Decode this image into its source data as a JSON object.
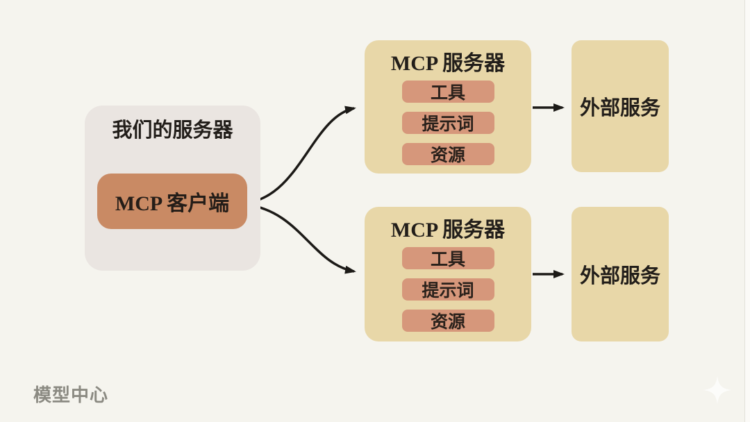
{
  "diagram": {
    "our_server": {
      "title": "我们的服务器",
      "client_label": "MCP 客户端"
    },
    "servers": [
      {
        "title": "MCP 服务器",
        "items": [
          "工具",
          "提示词",
          "资源"
        ]
      },
      {
        "title": "MCP 服务器",
        "items": [
          "工具",
          "提示词",
          "资源"
        ]
      }
    ],
    "externals": [
      {
        "label": "外部服务"
      },
      {
        "label": "外部服务"
      }
    ],
    "connections": [
      "MCP 客户端 -> MCP 服务器 (上)",
      "MCP 客户端 -> MCP 服务器 (下)",
      "MCP 服务器 (上) -> 外部服务 (上)",
      "MCP 服务器 (下) -> 外部服务 (下)"
    ]
  },
  "footer": {
    "brand": "模型中心"
  },
  "icons": {
    "sparkle": "four-pointed-star-watermark"
  },
  "colors": {
    "background": "#f5f4ee",
    "group_box": "#eae5e1",
    "client_box": "#c98a64",
    "server_box": "#e8d7a8",
    "pill": "#d6977b",
    "arrow": "#1c1a17",
    "text": "#221e1a",
    "footer_text": "#8b8a82"
  }
}
